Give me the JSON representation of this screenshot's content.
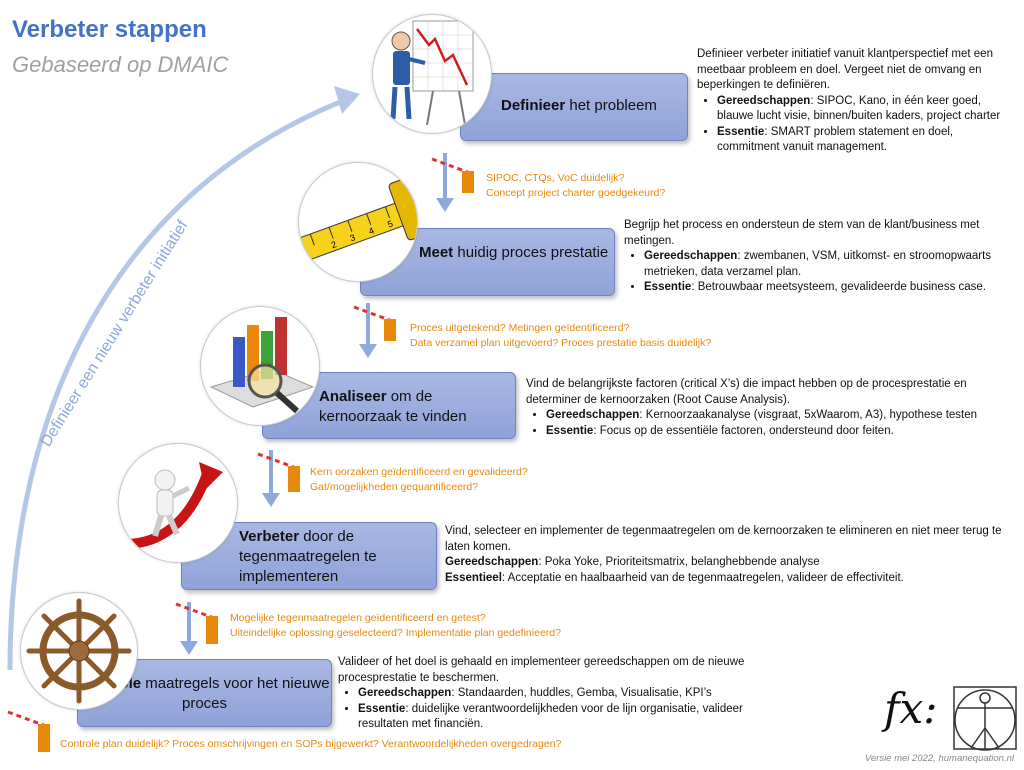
{
  "title": "Verbeter stappen",
  "subtitle": "Gebaseerd op DMAIC",
  "curve_label": "Definieer een nieuw verbeter initiatief",
  "steps": [
    {
      "bold": "Definieer",
      "rest": " het probleem",
      "icon": "presenter-chart-icon",
      "desc_intro": "Definieer verbeter initiatief vanuit klantperspectief met een meetbaar probleem en doel. Vergeet niet de omvang en beperkingen te definiëren.",
      "tools_label": "Gereedschappen",
      "tools_text": ": SIPOC, Kano, in één keer goed, blauwe lucht visie, binnen/buiten kaders, project charter",
      "essence_label": "Essentie",
      "essence_text": ": SMART problem statement en doel, commitment vanuit management.",
      "gate": [
        "SIPOC, CTQs, VoC  duidelijk?",
        "Concept project charter goedgekeurd?"
      ]
    },
    {
      "bold": "Meet",
      "rest": " huidig proces prestatie",
      "icon": "tape-measure-icon",
      "desc_intro": "Begrijp het process en ondersteun de stem van de klant/business met metingen.",
      "tools_label": "Gereedschappen",
      "tools_text": ": zwembanen, VSM, uitkomst- en stroomopwaarts metrieken, data verzamel plan.",
      "essence_label": "Essentie",
      "essence_text": ": Betrouwbaar meetsysteem, gevalideerde business case.",
      "gate": [
        "Proces uitgetekend? Metingen geïdentificeerd?",
        "Data verzamel plan uitgevoerd? Proces prestatie basis duidelijk?"
      ]
    },
    {
      "bold": "Analiseer",
      "rest": " om de kernoorzaak te vinden",
      "icon": "magnifier-chart-icon",
      "desc_intro": "Vind de belangrijkste factoren (critical X’s) die impact hebben op de procesprestatie en determiner de kernoorzaken (Root Cause Analysis).",
      "tools_label": "Gereedschappen",
      "tools_text": ": Kernoorzaakanalyse (visgraat, 5xWaarom, A3), hypothese testen",
      "essence_label": "Essentie",
      "essence_text": ": Focus op de essentiële factoren, ondersteund door feiten.",
      "gate": [
        "Kern oorzaken geïdentificeerd en gevalideerd?",
        "Gat/mogelijkheden gequantificeerd?"
      ]
    },
    {
      "bold": "Verbeter",
      "rest": " door de tegenmaatregelen te implementeren",
      "icon": "climbing-arrow-icon",
      "desc_intro": "Vind, selecteer en implementer de tegenmaatregelen om de kernoorzaken te elimineren en niet meer terug te laten komen.",
      "tools_label": "Gereedschappen",
      "tools_text": ": Poka Yoke, Prioriteitsmatrix, belanghebbende analyse",
      "essence_label": "Essentieel",
      "essence_text": ": Acceptatie en haalbaarheid van de tegenmaatregelen, valideer de effectiviteit.",
      "gate": [
        "Mogelijke tegenmaatregelen geïdentificeerd en getest?",
        "Uiteindelijke oplossing geselecteerd? Implementatie plan gedefinieerd?"
      ]
    },
    {
      "bold": "Controle",
      "rest": " maatregels voor het nieuwe proces",
      "icon": "ship-wheel-icon",
      "desc_intro": "Valideer of het doel is gehaald en implementeer gereedschappen om de nieuwe procesprestatie te beschermen.",
      "tools_label": "Gereedschappen",
      "tools_text": ": Standaarden, huddles, Gemba, Visualisatie, KPI’s",
      "essence_label": "Essentie",
      "essence_text": ": duidelijke verantwoordelijkheden voor de lijn organisatie, valideer resultaten met financiën.",
      "gate": [
        "Controle plan duidelijk? Proces omschrijvingen en SOPs bijgewerkt? Verantwoordelijkheden overgedragen?"
      ]
    }
  ],
  "logo_text": "fx:",
  "version": "Versie mei 2022, humanequation.nl",
  "colors": {
    "accent": "#4472c4",
    "gate": "#e8890c",
    "box": "#a9b8e3",
    "arrow": "#8ea9db"
  }
}
